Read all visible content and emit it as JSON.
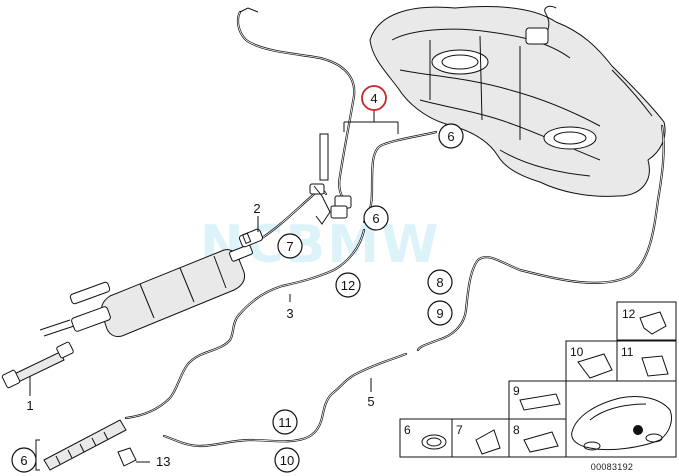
{
  "watermark": "NCBMW",
  "diagram_number": "00083192",
  "callouts": {
    "c4": "4",
    "c6_top": "6",
    "c6_mid": "6",
    "c7": "7",
    "c12": "12",
    "c8": "8",
    "c9": "9",
    "c11": "11",
    "c10": "10",
    "c6_bottom": "6"
  },
  "labels": {
    "l2": "2",
    "l3": "3",
    "l1": "1",
    "l5": "5",
    "l13": "13"
  },
  "legend": {
    "k12": "12",
    "k10": "10",
    "k11": "11",
    "k9": "9",
    "k6": "6",
    "k7": "7",
    "k8": "8"
  }
}
